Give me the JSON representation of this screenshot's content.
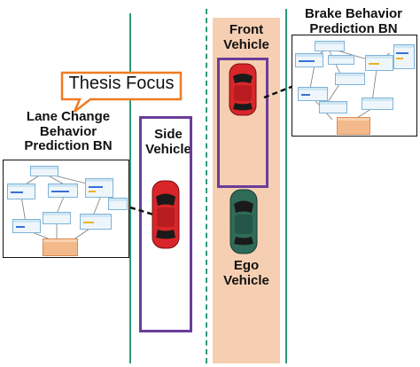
{
  "callout": {
    "text": "Thesis Focus"
  },
  "labels": {
    "lane_change_bn": [
      "Lane Change",
      "Behavior",
      "Prediction BN"
    ],
    "brake_bn": [
      "Brake Behavior",
      "Prediction BN"
    ],
    "front_vehicle": [
      "Front",
      "Vehicle"
    ],
    "side_vehicle": [
      "Side",
      "Vehicle"
    ],
    "ego_vehicle": [
      "Ego",
      "Vehicle"
    ]
  },
  "colors": {
    "lane_line": "#2e9a7a",
    "road_highlight": "#f6cfb3",
    "focus_box": "#6a3d9a",
    "callout_border": "#f07a22",
    "red_car": "#d8262a",
    "green_car": "#2f6b58"
  }
}
